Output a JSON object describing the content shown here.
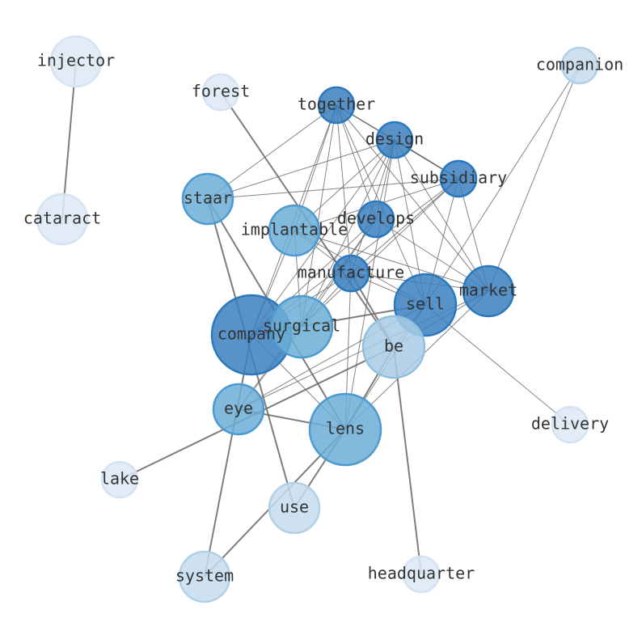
{
  "colors": {
    "dark": "#3a7fc0",
    "mid": "#6baed6",
    "light": "#a9cde5",
    "pale": "#c6dcee",
    "faint": "#dde9f6",
    "edge": "#666666"
  },
  "nodes": [
    {
      "id": "injector",
      "label": "injector",
      "tone": "faint",
      "size": 31
    },
    {
      "id": "cataract",
      "label": "cataract",
      "tone": "faint",
      "size": 31
    },
    {
      "id": "forest",
      "label": "forest",
      "tone": "faint",
      "size": 22
    },
    {
      "id": "together",
      "label": "together",
      "tone": "dark",
      "size": 22
    },
    {
      "id": "design",
      "label": "design",
      "tone": "dark",
      "size": 22
    },
    {
      "id": "subsidiary",
      "label": "subsidiary",
      "tone": "dark",
      "size": 22
    },
    {
      "id": "companion",
      "label": "companion",
      "tone": "pale",
      "size": 22
    },
    {
      "id": "staar",
      "label": "staar",
      "tone": "mid",
      "size": 31
    },
    {
      "id": "implantable",
      "label": "implantable",
      "tone": "mid",
      "size": 31
    },
    {
      "id": "develops",
      "label": "develops",
      "tone": "dark",
      "size": 22
    },
    {
      "id": "manufacture",
      "label": "manufacture",
      "tone": "dark",
      "size": 22
    },
    {
      "id": "market",
      "label": "market",
      "tone": "dark",
      "size": 31
    },
    {
      "id": "sell",
      "label": "sell",
      "tone": "dark",
      "size": 38
    },
    {
      "id": "company",
      "label": "company",
      "tone": "dark",
      "size": 49
    },
    {
      "id": "surgical",
      "label": "surgical",
      "tone": "mid",
      "size": 38
    },
    {
      "id": "be",
      "label": "be",
      "tone": "light",
      "size": 38
    },
    {
      "id": "eye",
      "label": "eye",
      "tone": "mid",
      "size": 31
    },
    {
      "id": "lens",
      "label": "lens",
      "tone": "mid",
      "size": 44
    },
    {
      "id": "delivery",
      "label": "delivery",
      "tone": "faint",
      "size": 22
    },
    {
      "id": "lake",
      "label": "lake",
      "tone": "faint",
      "size": 22
    },
    {
      "id": "use",
      "label": "use",
      "tone": "pale",
      "size": 31
    },
    {
      "id": "system",
      "label": "system",
      "tone": "pale",
      "size": 31
    },
    {
      "id": "headquarter",
      "label": "headquarter",
      "tone": "faint",
      "size": 22
    }
  ],
  "edges": [
    [
      "injector",
      "cataract",
      2
    ],
    [
      "forest",
      "be",
      2
    ],
    [
      "staar",
      "lens",
      2
    ],
    [
      "staar",
      "use",
      2
    ],
    [
      "sell",
      "company",
      2
    ],
    [
      "lake",
      "be",
      2
    ],
    [
      "eye",
      "lens",
      2
    ],
    [
      "system",
      "company",
      2
    ],
    [
      "be",
      "lens",
      2
    ],
    [
      "lens",
      "use",
      2
    ],
    [
      "lens",
      "system",
      2
    ],
    [
      "be",
      "headquarter",
      2
    ],
    [
      "manufacture",
      "be",
      2
    ],
    [
      "together",
      "subsidiary",
      1.5
    ],
    [
      "design",
      "subsidiary",
      1.5
    ],
    [
      "together",
      "staar",
      1
    ],
    [
      "together",
      "implantable",
      1
    ],
    [
      "together",
      "company",
      1
    ],
    [
      "together",
      "surgical",
      1
    ],
    [
      "together",
      "develops",
      1
    ],
    [
      "together",
      "manufacture",
      1
    ],
    [
      "together",
      "sell",
      1
    ],
    [
      "together",
      "market",
      1
    ],
    [
      "together",
      "design",
      1
    ],
    [
      "design",
      "staar",
      1
    ],
    [
      "design",
      "implantable",
      1
    ],
    [
      "design",
      "company",
      1
    ],
    [
      "design",
      "surgical",
      1
    ],
    [
      "design",
      "manufacture",
      1
    ],
    [
      "design",
      "sell",
      1
    ],
    [
      "design",
      "market",
      1
    ],
    [
      "design",
      "develops",
      1
    ],
    [
      "design",
      "lens",
      1
    ],
    [
      "subsidiary",
      "staar",
      1
    ],
    [
      "subsidiary",
      "company",
      1
    ],
    [
      "subsidiary",
      "surgical",
      1
    ],
    [
      "subsidiary",
      "manufacture",
      1
    ],
    [
      "subsidiary",
      "sell",
      1
    ],
    [
      "subsidiary",
      "market",
      1
    ],
    [
      "subsidiary",
      "implantable",
      1
    ],
    [
      "companion",
      "sell",
      1
    ],
    [
      "companion",
      "market",
      1
    ],
    [
      "develops",
      "company",
      1
    ],
    [
      "develops",
      "surgical",
      1
    ],
    [
      "develops",
      "market",
      1
    ],
    [
      "develops",
      "eye",
      1
    ],
    [
      "implantable",
      "company",
      1
    ],
    [
      "implantable",
      "surgical",
      1
    ],
    [
      "implantable",
      "sell",
      1
    ],
    [
      "implantable",
      "market",
      1
    ],
    [
      "implantable",
      "manufacture",
      1
    ],
    [
      "manufacture",
      "lens",
      1
    ],
    [
      "manufacture",
      "sell",
      1
    ],
    [
      "manufacture",
      "market",
      1
    ],
    [
      "manufacture",
      "company",
      1
    ],
    [
      "manufacture",
      "surgical",
      1
    ],
    [
      "market",
      "eye",
      1
    ],
    [
      "market",
      "lens",
      1
    ],
    [
      "market",
      "be",
      1
    ],
    [
      "sell",
      "eye",
      1
    ],
    [
      "sell",
      "delivery",
      1
    ],
    [
      "sell",
      "be",
      1
    ],
    [
      "sell",
      "lens",
      1
    ],
    [
      "company",
      "lens",
      1
    ],
    [
      "surgical",
      "eye",
      1
    ]
  ]
}
